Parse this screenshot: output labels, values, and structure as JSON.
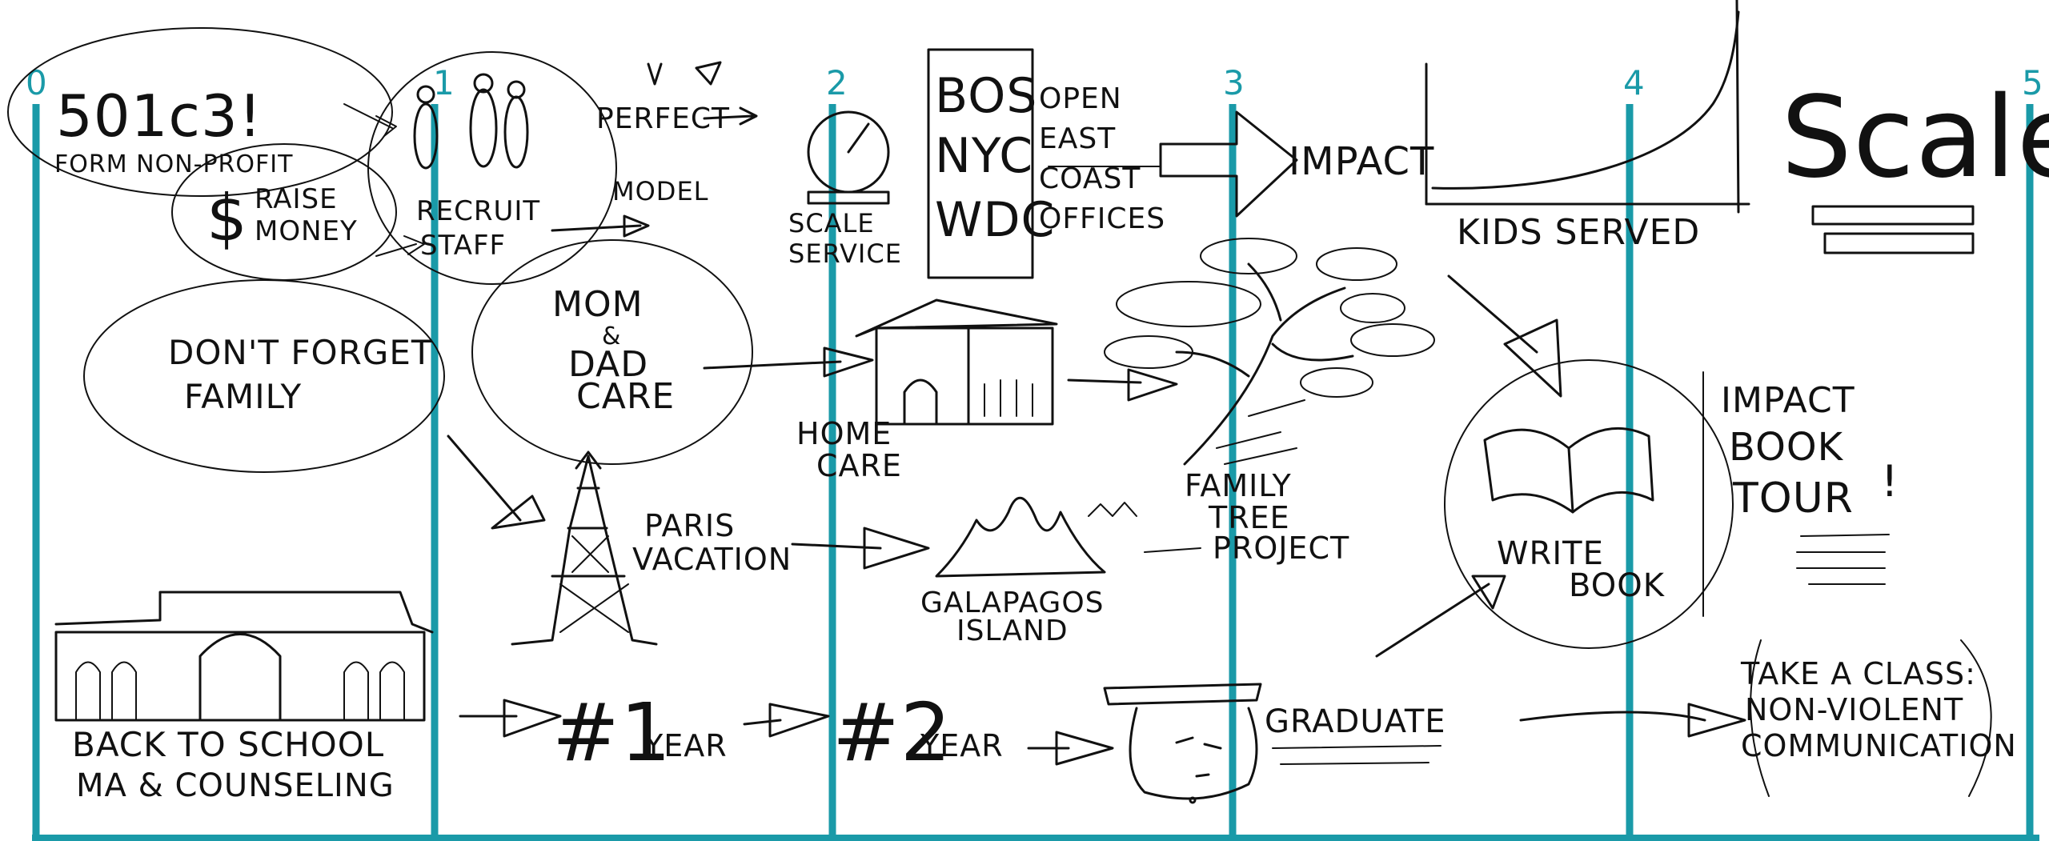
{
  "colors": {
    "timeline": "#1a9aa8",
    "ink": "#111111",
    "background": "#ffffff"
  },
  "timeline": {
    "ticks": [
      "0",
      "1",
      "2",
      "3",
      "4",
      "5"
    ]
  },
  "texts": {
    "org_501c3": "501c3!",
    "form_nonprofit": "FORM NON-PROFIT",
    "raise_money_1": "RAISE",
    "raise_money_2": "MONEY",
    "recruit_1": "RECRUIT",
    "recruit_2": "STAFF",
    "perfect": "PERFECT",
    "model": "MODEL",
    "scale_service_1": "SCALE",
    "scale_service_2": "SERVICE",
    "city_1": "BOS",
    "city_2": "NYC",
    "city_3": "WDC",
    "open_1": "OPEN",
    "open_2": "EAST",
    "open_3": "COAST",
    "open_4": "OFFICES",
    "impact": "IMPACT",
    "kids_served": "KIDS SERVED",
    "scale": "Scale",
    "dont_forget_1": "DON'T FORGET",
    "dont_forget_2": "FAMILY",
    "mom_1": "MOM",
    "mom_2": "&",
    "mom_3": "DAD",
    "mom_4": "CARE",
    "home_1": "HOME",
    "home_2": "CARE",
    "family_tree_1": "FAMILY",
    "family_tree_2": "TREE",
    "family_tree_3": "PROJECT",
    "paris_1": "PARIS",
    "paris_2": "VACATION",
    "galapagos_1": "GALAPAGOS",
    "galapagos_2": "ISLAND",
    "write_1": "WRITE",
    "write_2": "BOOK",
    "tour_1": "IMPACT",
    "tour_2": "BOOK",
    "tour_3": "TOUR",
    "back_school_1": "BACK TO SCHOOL",
    "back_school_2": "MA & COUNSELING",
    "year1_num": "#1",
    "year1_word": "YEAR",
    "year2_num": "#2",
    "year2_word": "YEAR",
    "graduate": "GRADUATE",
    "class_1": "TAKE A CLASS:",
    "class_2": "NON-VIOLENT",
    "class_3": "COMMUNICATION"
  }
}
